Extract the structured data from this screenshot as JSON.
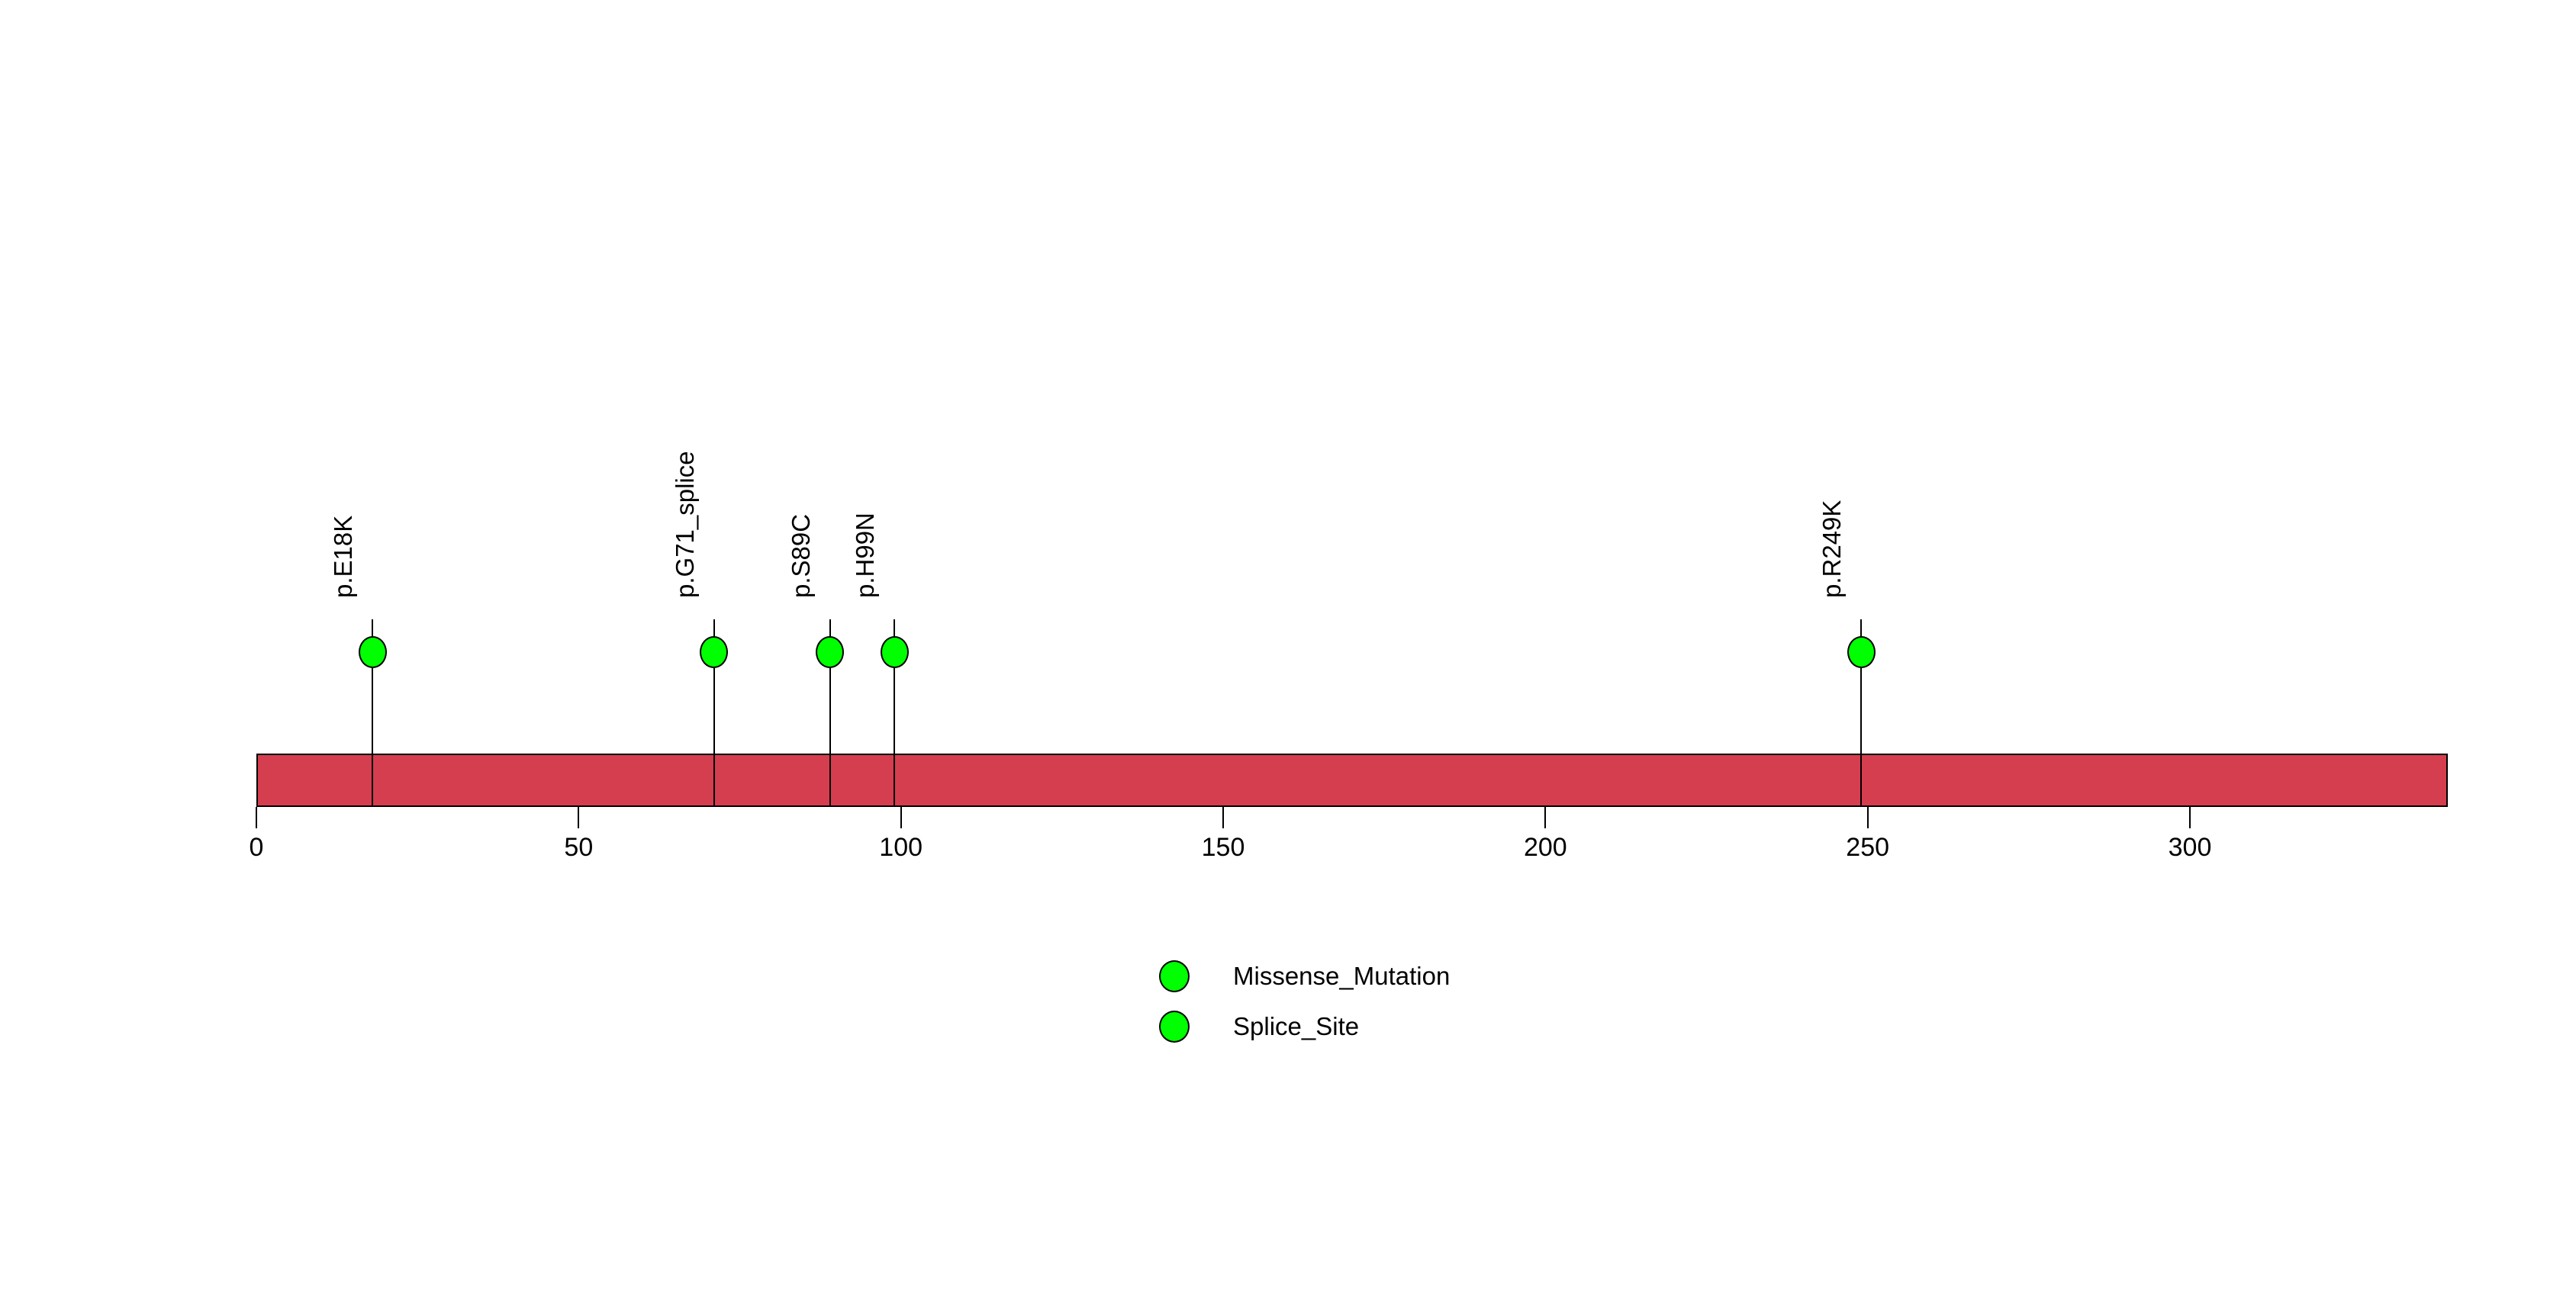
{
  "figure": {
    "background": "#FFFFFF",
    "title": ""
  },
  "chart_data": {
    "type": "scatter",
    "variant": "lollipop_mutation_plot",
    "title": "",
    "xlabel": "",
    "ylabel": "",
    "xlim": [
      0,
      340
    ],
    "grid": false,
    "x_ticks": [
      "0",
      "50",
      "100",
      "150",
      "200",
      "250",
      "300"
    ],
    "x_tick_values": [
      0,
      50,
      100,
      150,
      200,
      250,
      300
    ],
    "protein": {
      "start": 0,
      "end": 340,
      "backbone_color": "#D53E4F",
      "border_color": "#000000"
    },
    "mutations": [
      {
        "label": "p.E18K",
        "position": 18,
        "color": "#00FF00"
      },
      {
        "label": "p.G71_splice",
        "position": 71,
        "color": "#00FF00"
      },
      {
        "label": "p.S89C",
        "position": 89,
        "color": "#00FF00"
      },
      {
        "label": "p.H99N",
        "position": 99,
        "color": "#00FF00"
      },
      {
        "label": "p.R249K",
        "position": 249,
        "color": "#00FF00"
      }
    ],
    "legend_position": "bottom-center",
    "legend": [
      {
        "label": "Missense_Mutation",
        "color": "#00FF00"
      },
      {
        "label": "Splice_Site",
        "color": "#00FF00"
      }
    ]
  }
}
